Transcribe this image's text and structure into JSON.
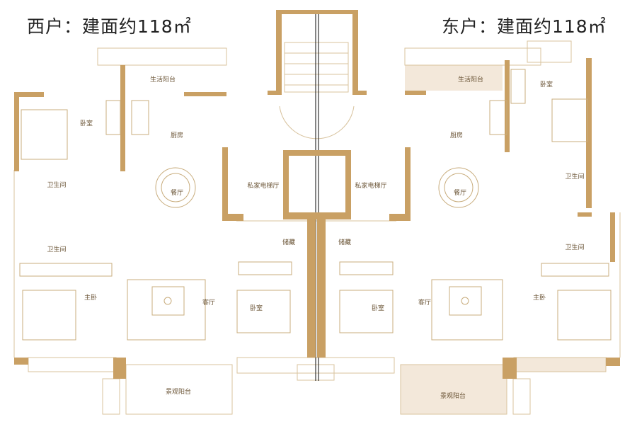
{
  "units": {
    "west": {
      "title": "西户：建面约118㎡"
    },
    "east": {
      "title": "东户：建面约118㎡"
    }
  },
  "rooms": {
    "west": {
      "service_balcony": "生活阳台",
      "bedroom_nw": "卧室",
      "kitchen": "厨房",
      "bath_1": "卫生间",
      "bath_2": "卫生间",
      "dining": "餐厅",
      "private_lift_hall": "私家电梯厅",
      "storage": "储藏",
      "master": "主卧",
      "living": "客厅",
      "bedroom_s": "卧室",
      "view_balcony": "景观阳台"
    },
    "east": {
      "service_balcony": "生活阳台",
      "bedroom_ne": "卧室",
      "kitchen": "厨房",
      "bath_1": "卫生间",
      "bath_2": "卫生间",
      "dining": "餐厅",
      "private_lift_hall": "私家电梯厅",
      "storage": "储藏",
      "master": "主卧",
      "living": "客厅",
      "bedroom_s": "卧室",
      "view_balcony": "景观阳台"
    }
  },
  "colors": {
    "wall": "#c9a064",
    "line": "#d8c39e",
    "shade": "#f3e8da",
    "text": "#6b5537"
  }
}
